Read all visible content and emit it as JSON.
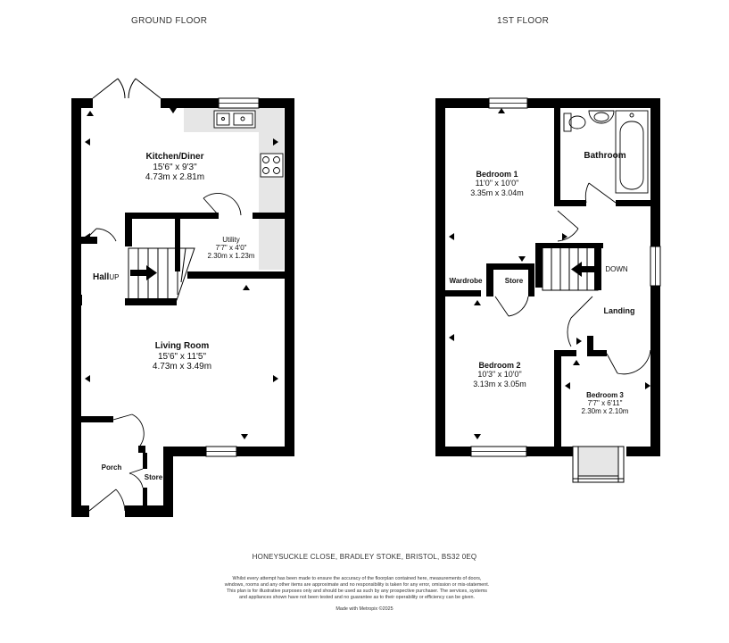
{
  "floors": [
    {
      "id": "ground",
      "title": "GROUND FLOOR"
    },
    {
      "id": "first",
      "title": "1ST FLOOR"
    }
  ],
  "rooms": {
    "kitchen": {
      "name": "Kitchen/Diner",
      "imperial": "15'6\"  x 9'3\"",
      "metric": "4.73m  x 2.81m"
    },
    "utility": {
      "name": "Utility",
      "imperial": "7'7\"  x 4'0\"",
      "metric": "2.30m  x 1.23m"
    },
    "hall": {
      "name": "Hall",
      "stairs_note": "UP"
    },
    "living": {
      "name": "Living Room",
      "imperial": "15'6\"  x 11'5\"",
      "metric": "4.73m  x 3.49m"
    },
    "porch": {
      "name": "Porch"
    },
    "store_ground": {
      "name": "Store"
    },
    "bedroom1": {
      "name": "Bedroom 1",
      "imperial": "11'0\"  x 10'0\"",
      "metric": "3.35m  x 3.04m"
    },
    "bathroom": {
      "name": "Bathroom"
    },
    "wardrobe": {
      "name": "Wardrobe"
    },
    "store_first": {
      "name": "Store"
    },
    "stairs_first": {
      "note": "DOWN"
    },
    "landing": {
      "name": "Landing"
    },
    "bedroom2": {
      "name": "Bedroom 2",
      "imperial": "10'3\"  x 10'0\"",
      "metric": "3.13m  x 3.05m"
    },
    "bedroom3": {
      "name": "Bedroom 3",
      "imperial": "7'7\"  x 6'11\"",
      "metric": "2.30m  x 2.10m"
    }
  },
  "footer": {
    "address": "HONEYSUCKLE CLOSE, BRADLEY STOKE, BRISTOL, BS32 0EQ",
    "disclaimer": "Whilst every attempt has been made to ensure the accuracy of the floorplan contained here, measurements of doors, windows, rooms and any other items are approximate and no responsibility is taken for any error, omission or mis-statement. This plan is for illustrative purposes only and should be used as such by any prospective purchaser. The services, systems and appliances shown have not been tested and no guarantee as to their operability or efficiency can be given.",
    "made_with": "Made with Metropix ©2025"
  },
  "colors": {
    "wall": "#000000",
    "fitted_area": "#e6e6e6",
    "background": "#ffffff"
  },
  "icons": [
    "sink-icon",
    "hob-icon",
    "toilet-icon",
    "basin-icon",
    "bath-icon",
    "stairs-arrow-icon",
    "dimension-arrow-icon"
  ]
}
